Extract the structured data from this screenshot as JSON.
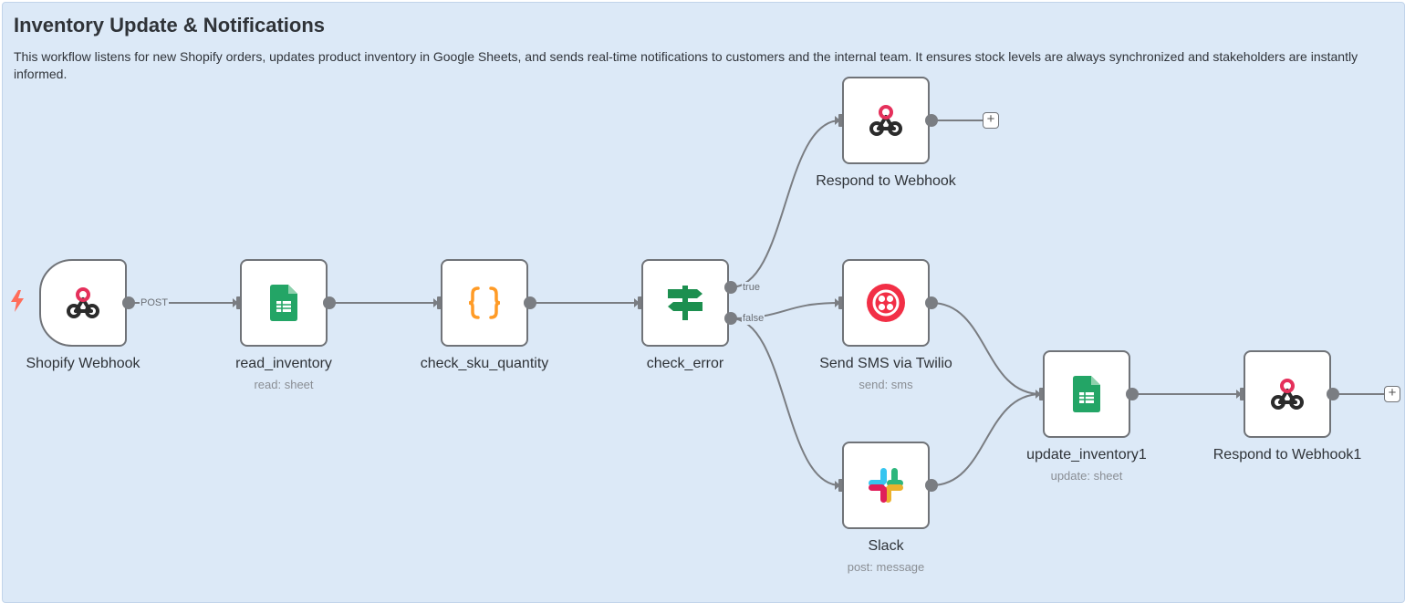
{
  "workflow": {
    "title": "Inventory Update & Notifications",
    "description": "This workflow listens for new Shopify orders, updates product inventory in Google Sheets, and sends real-time notifications to customers and the internal team. It ensures stock levels are always synchronized and stakeholders are instantly informed."
  },
  "nodes": {
    "shopify_webhook": {
      "label": "Shopify Webhook",
      "icon": "webhook-icon"
    },
    "read_inventory": {
      "label": "read_inventory",
      "sub": "read: sheet",
      "icon": "google-sheets-icon"
    },
    "check_sku_quantity": {
      "label": "check_sku_quantity",
      "icon": "code-braces-icon"
    },
    "check_error": {
      "label": "check_error",
      "icon": "if-signpost-icon"
    },
    "respond_webhook": {
      "label": "Respond to Webhook",
      "icon": "webhook-icon"
    },
    "send_sms": {
      "label": "Send SMS via Twilio",
      "sub": "send: sms",
      "icon": "twilio-icon"
    },
    "slack": {
      "label": "Slack",
      "sub": "post: message",
      "icon": "slack-icon"
    },
    "update_inventory": {
      "label": "update_inventory1",
      "sub": "update: sheet",
      "icon": "google-sheets-icon"
    },
    "respond_webhook1": {
      "label": "Respond to Webhook1",
      "icon": "webhook-icon"
    }
  },
  "edge_labels": {
    "post": "POST",
    "true": "true",
    "false": "false"
  },
  "add_button": "+",
  "colors": {
    "canvas": "#dce9f7",
    "edge": "#7a7d82",
    "webhook_red": "#e5305b",
    "sheets_green": "#23a566",
    "code_orange": "#ff9b26",
    "if_green": "#1c8f4f",
    "twilio_red": "#f22f46",
    "trigger_bolt": "#ff6d5a"
  }
}
